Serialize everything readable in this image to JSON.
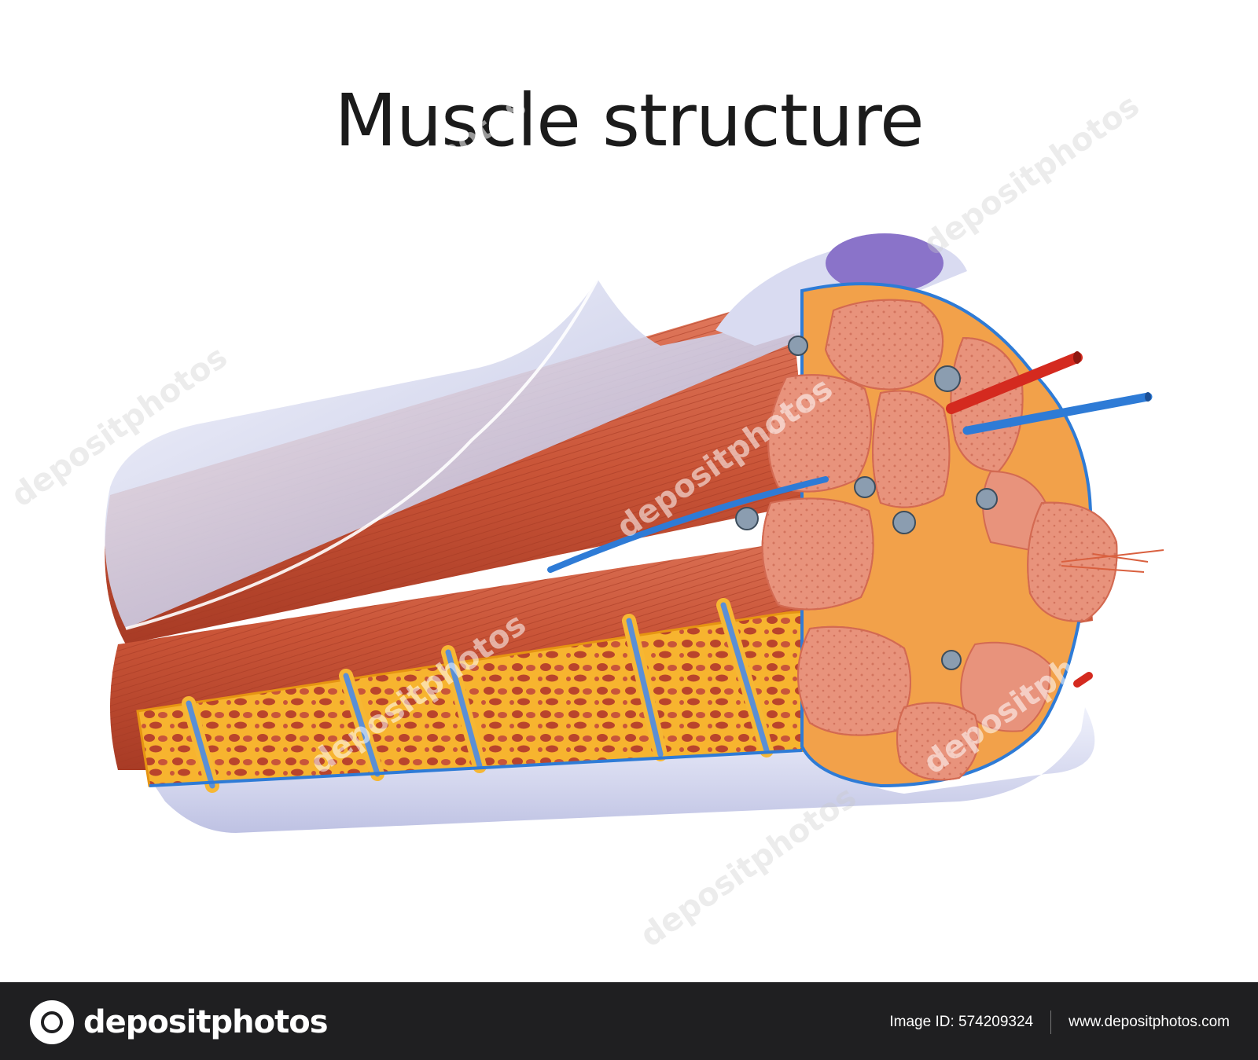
{
  "title": "Muscle structure",
  "watermark": "depositphotos",
  "footer": {
    "brand": "depositphotos",
    "image_id": "Image ID: 574209324",
    "site": "www.depositphotos.com"
  },
  "colors": {
    "muscle": "#d4664e",
    "muscle_dark": "#b8452f",
    "fascicle_face": "#e8937c",
    "fat": "#f6b734",
    "vein": "#2e7bd6",
    "artery": "#d42a1f",
    "sheath": "#cfd2ec",
    "epimysium_inner": "#8a73c9"
  }
}
